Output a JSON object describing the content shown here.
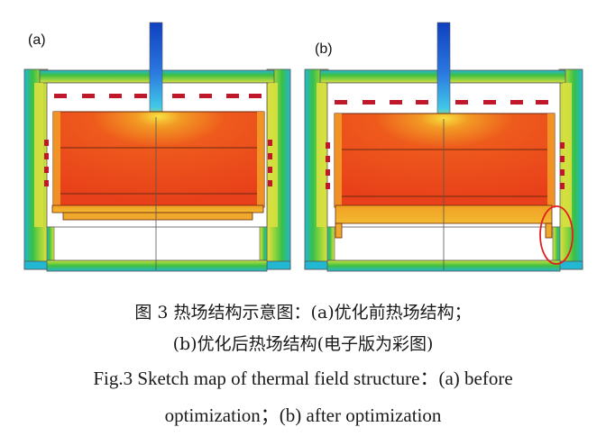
{
  "panels": [
    {
      "label": "(a)"
    },
    {
      "label": "(b)"
    }
  ],
  "captions": {
    "zh_line1": "图 3   热场结构示意图：(a)优化前热场结构；",
    "zh_line2": "(b)优化后热场结构(电子版为彩图)",
    "en_line1": "Fig.3   Sketch map of thermal field structure：(a) before",
    "en_line2": "optimization；(b) after optimization"
  },
  "colors": {
    "hot": "#e8391a",
    "warm": "#f08a22",
    "insulation": "#3cb83c",
    "cold": "#2ec4d6",
    "highlight_circle": "#e02020"
  }
}
